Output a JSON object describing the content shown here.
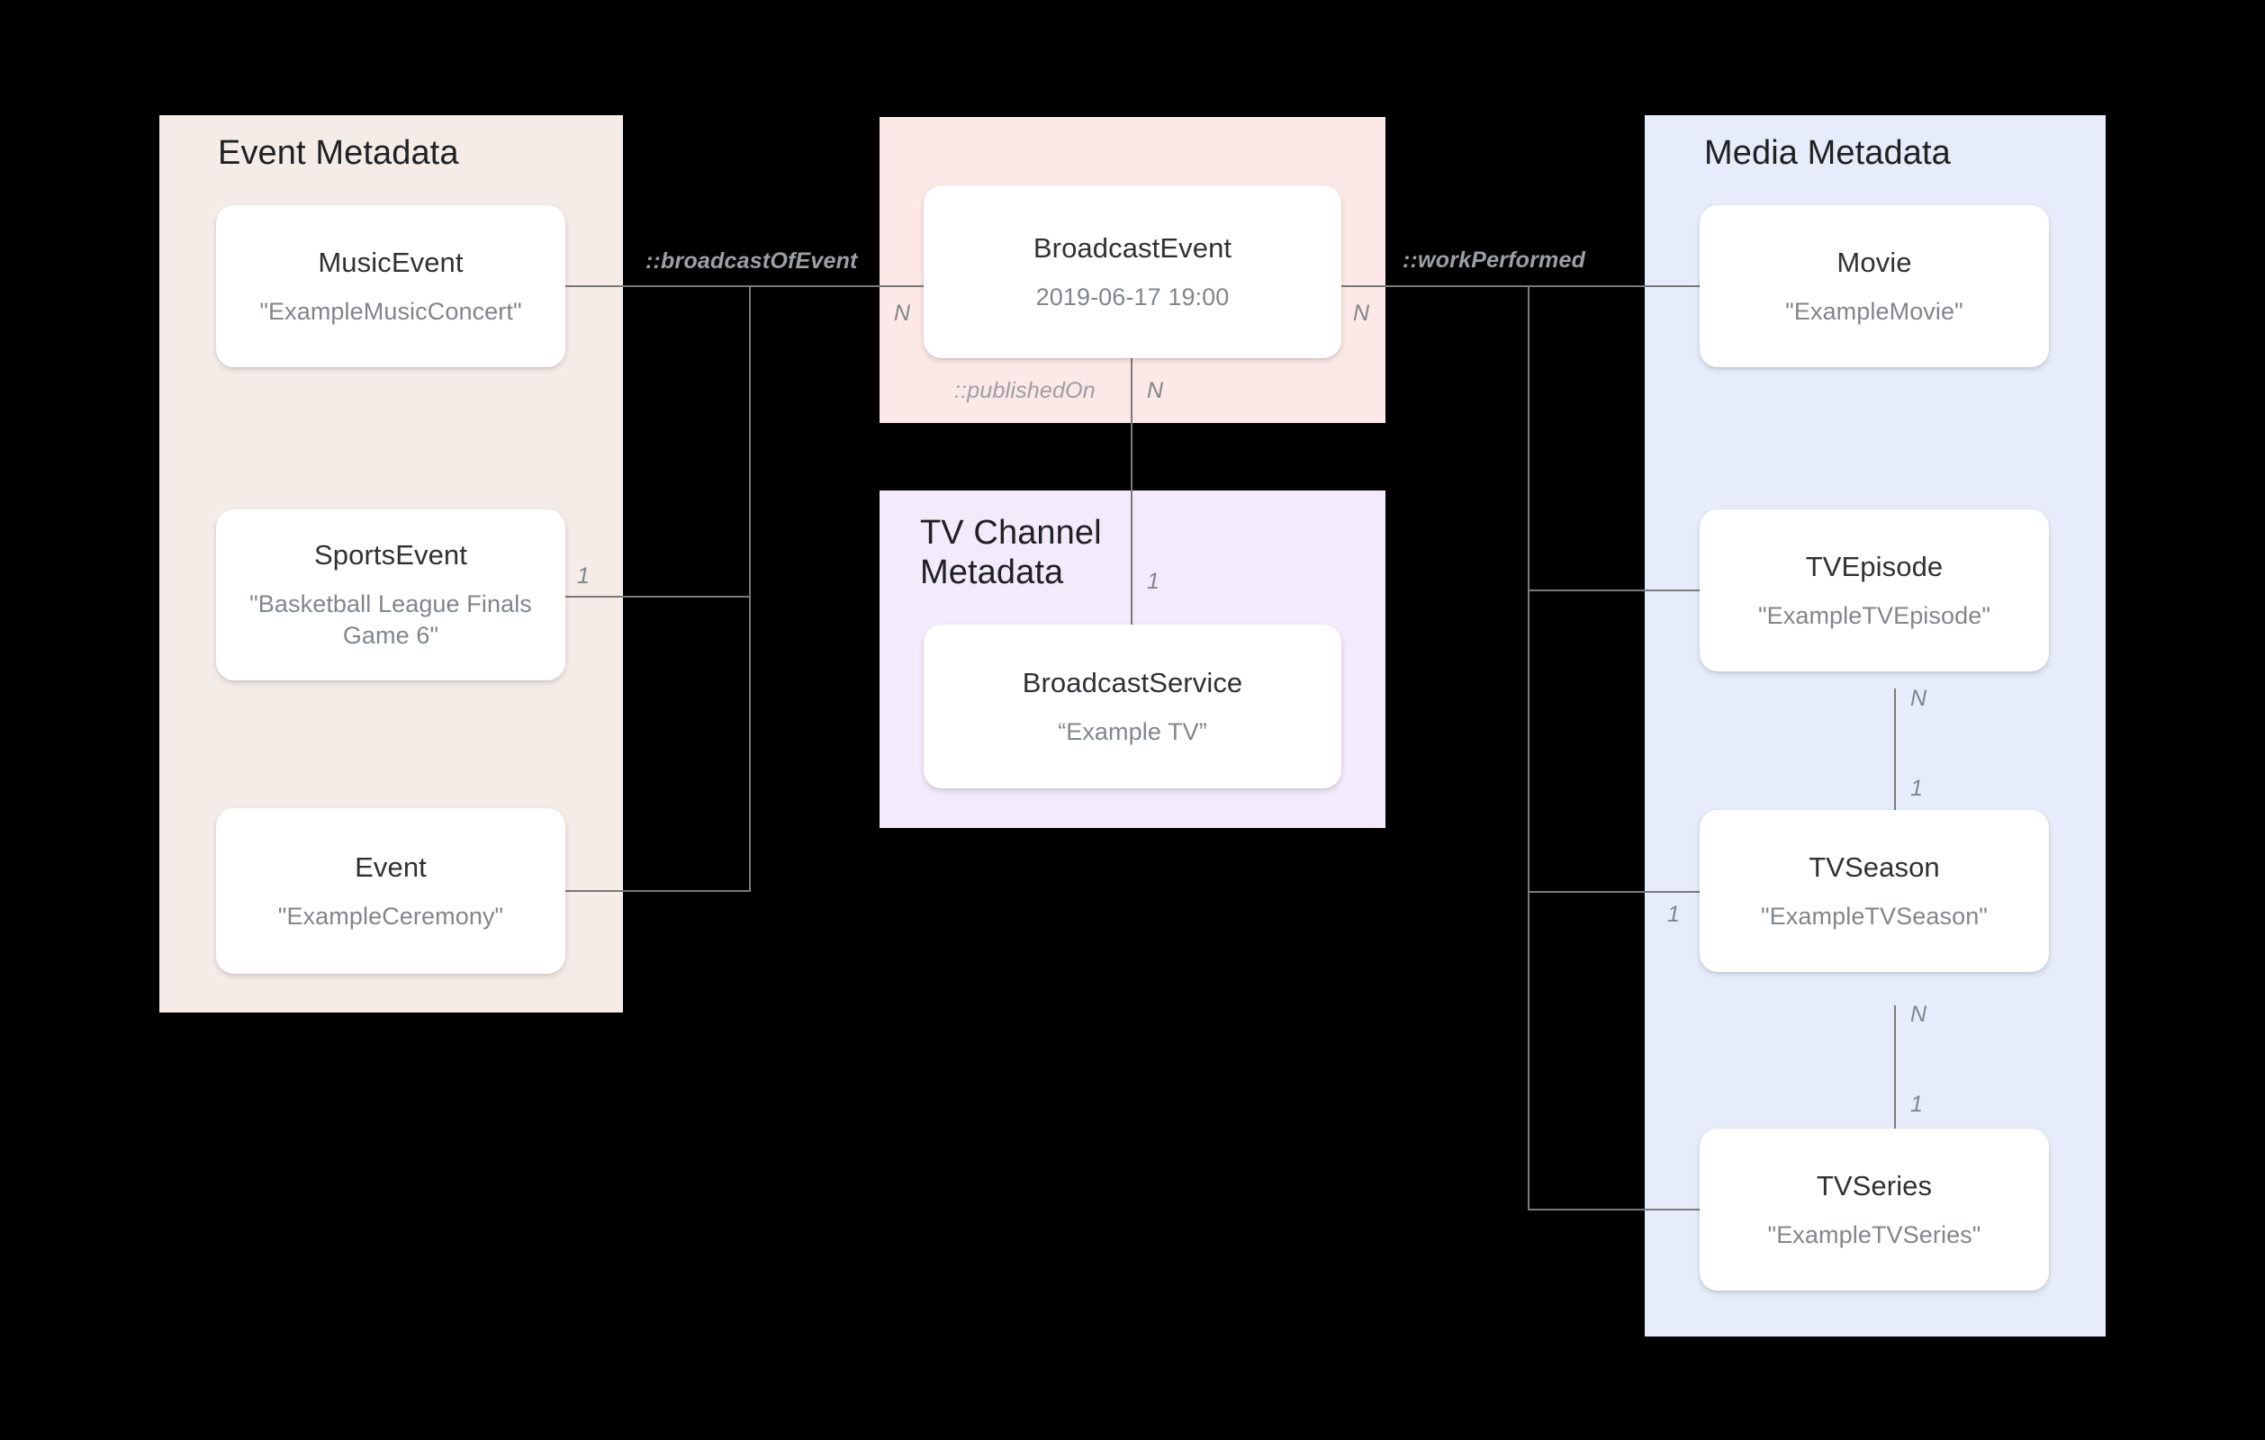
{
  "diagram": {
    "title": "Broadcast metadata entity relationship diagram",
    "background": "#000000",
    "edge_color": "#7a7a7a"
  },
  "groups": {
    "event": {
      "title": "Event Metadata",
      "color": "#f5ece8"
    },
    "broadcast": {
      "title": "",
      "color": "#fce8e6"
    },
    "tv_channel": {
      "title": "TV Channel\nMetadata",
      "color": "#f3ebfb"
    },
    "media": {
      "title": "Media Metadata",
      "color": "#e6ecfa"
    }
  },
  "entities": {
    "music_event": {
      "type": "MusicEvent",
      "value": "\"ExampleMusicConcert\""
    },
    "sports_event": {
      "type": "SportsEvent",
      "value": "\"Basketball League Finals Game 6\""
    },
    "event": {
      "type": "Event",
      "value": "\"ExampleCeremony\""
    },
    "broadcast_event": {
      "type": "BroadcastEvent",
      "value": "2019-06-17 19:00"
    },
    "broadcast_service": {
      "type": "BroadcastService",
      "value": "“Example TV”"
    },
    "movie": {
      "type": "Movie",
      "value": "\"ExampleMovie\""
    },
    "tv_episode": {
      "type": "TVEpisode",
      "value": "\"ExampleTVEpisode\""
    },
    "tv_season": {
      "type": "TVSeason",
      "value": "\"ExampleTVSeason\""
    },
    "tv_series": {
      "type": "TVSeries",
      "value": "\"ExampleTVSeries\""
    }
  },
  "relations": {
    "broadcast_of_event": "::broadcastOfEvent",
    "published_on": "::publishedOn",
    "work_performed": "::workPerformed"
  },
  "cardinalities": {
    "sports_event_one": "1",
    "broadcast_event_left_n": "N",
    "broadcast_event_right_n": "N",
    "published_on_n": "N",
    "broadcast_service_one": "1",
    "tv_episode_n": "N",
    "tv_season_one_from_episode": "1",
    "tv_season_one_left": "1",
    "tv_season_n": "N",
    "tv_series_one": "1"
  }
}
